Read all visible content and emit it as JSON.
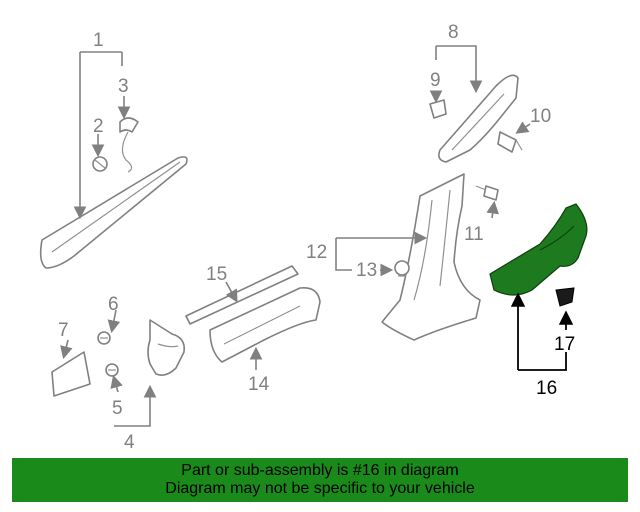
{
  "callouts": {
    "c1": "1",
    "c2": "2",
    "c3": "3",
    "c4": "4",
    "c5": "5",
    "c6": "6",
    "c7": "7",
    "c8": "8",
    "c9": "9",
    "c10": "10",
    "c11": "11",
    "c12": "12",
    "c13": "13",
    "c14": "14",
    "c15": "15",
    "c16": "16",
    "c17": "17"
  },
  "highlighted_part": "16",
  "colors": {
    "highlight_fill": "#1e7a1e",
    "banner_bg": "#1a8a1a",
    "line_gray": "#808080"
  },
  "banner": {
    "line1": "Part or sub-assembly is #16 in diagram",
    "line2": "Diagram may not be specific to your vehicle"
  }
}
